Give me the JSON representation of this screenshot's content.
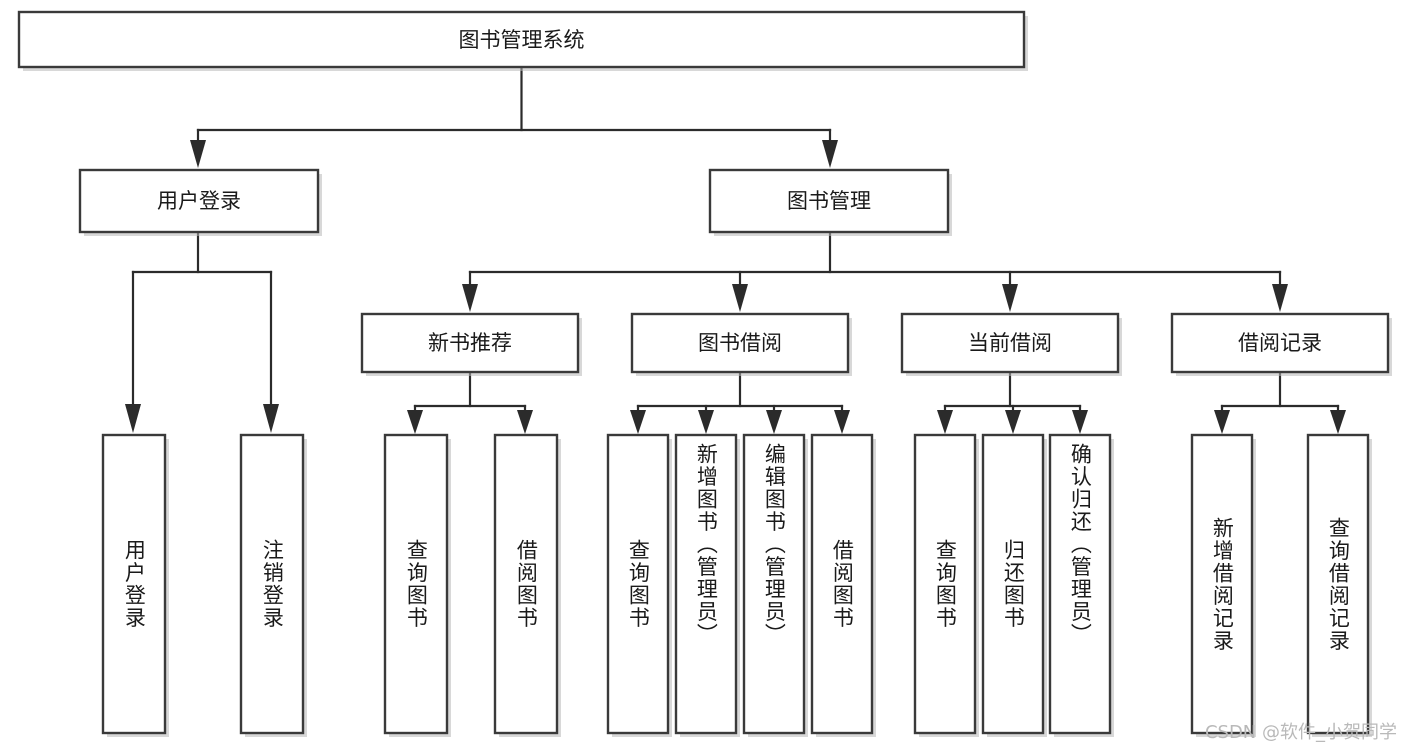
{
  "diagram": {
    "type": "tree-hierarchy",
    "title": "图书管理系统",
    "root": {
      "id": "root",
      "label": "图书管理系统",
      "level": 0
    },
    "level1": [
      {
        "id": "user-login",
        "label": "用户登录"
      },
      {
        "id": "book-manage",
        "label": "图书管理"
      }
    ],
    "level2": [
      {
        "id": "new-book-recommend",
        "label": "新书推荐",
        "parent": "book-manage"
      },
      {
        "id": "book-borrow",
        "label": "图书借阅",
        "parent": "book-manage"
      },
      {
        "id": "current-borrow",
        "label": "当前借阅",
        "parent": "book-manage"
      },
      {
        "id": "borrow-record",
        "label": "借阅记录",
        "parent": "book-manage"
      }
    ],
    "leaves": {
      "user-login": [
        {
          "id": "leaf-user-login",
          "label": "用户登录"
        },
        {
          "id": "leaf-user-logout",
          "label": "注销登录"
        }
      ],
      "new-book-recommend": [
        {
          "id": "leaf-query-book-1",
          "label": "查询图书"
        },
        {
          "id": "leaf-borrow-book-1",
          "label": "借阅图书"
        }
      ],
      "book-borrow": [
        {
          "id": "leaf-query-book-2",
          "label": "查询图书"
        },
        {
          "id": "leaf-add-book",
          "label": "新增图书（管理员）"
        },
        {
          "id": "leaf-edit-book",
          "label": "编辑图书（管理员）"
        },
        {
          "id": "leaf-borrow-book-2",
          "label": "借阅图书"
        }
      ],
      "current-borrow": [
        {
          "id": "leaf-query-book-3",
          "label": "查询图书"
        },
        {
          "id": "leaf-return-book",
          "label": "归还图书"
        },
        {
          "id": "leaf-confirm-return",
          "label": "确认归还（管理员）"
        }
      ],
      "borrow-record": [
        {
          "id": "leaf-add-record",
          "label": "新增借阅记录"
        },
        {
          "id": "leaf-query-record",
          "label": "查询借阅记录"
        }
      ]
    }
  },
  "watermark": {
    "text": "CSDN @软件_小贺同学"
  },
  "colors": {
    "background": "#ffffff",
    "box_stroke": "#3a3a3a",
    "connector": "#2b2b2b",
    "text": "#1a1a1a",
    "watermark": "#b9b9b9"
  }
}
